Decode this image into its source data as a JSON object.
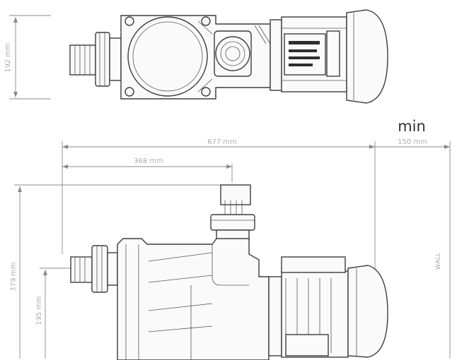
{
  "dimensions": {
    "top_width": "192 mm",
    "overall_length": "677 mm",
    "inlet_to_outlet": "368 mm",
    "min_label": "min",
    "wall_clearance": "150 mm",
    "overall_height": "379 mm",
    "inlet_height": "195 mm",
    "wall_label": "WALL"
  },
  "colors": {
    "line": "#3c3c3c",
    "dimension": "#8a8a8a",
    "text": "#6a6a6a"
  }
}
